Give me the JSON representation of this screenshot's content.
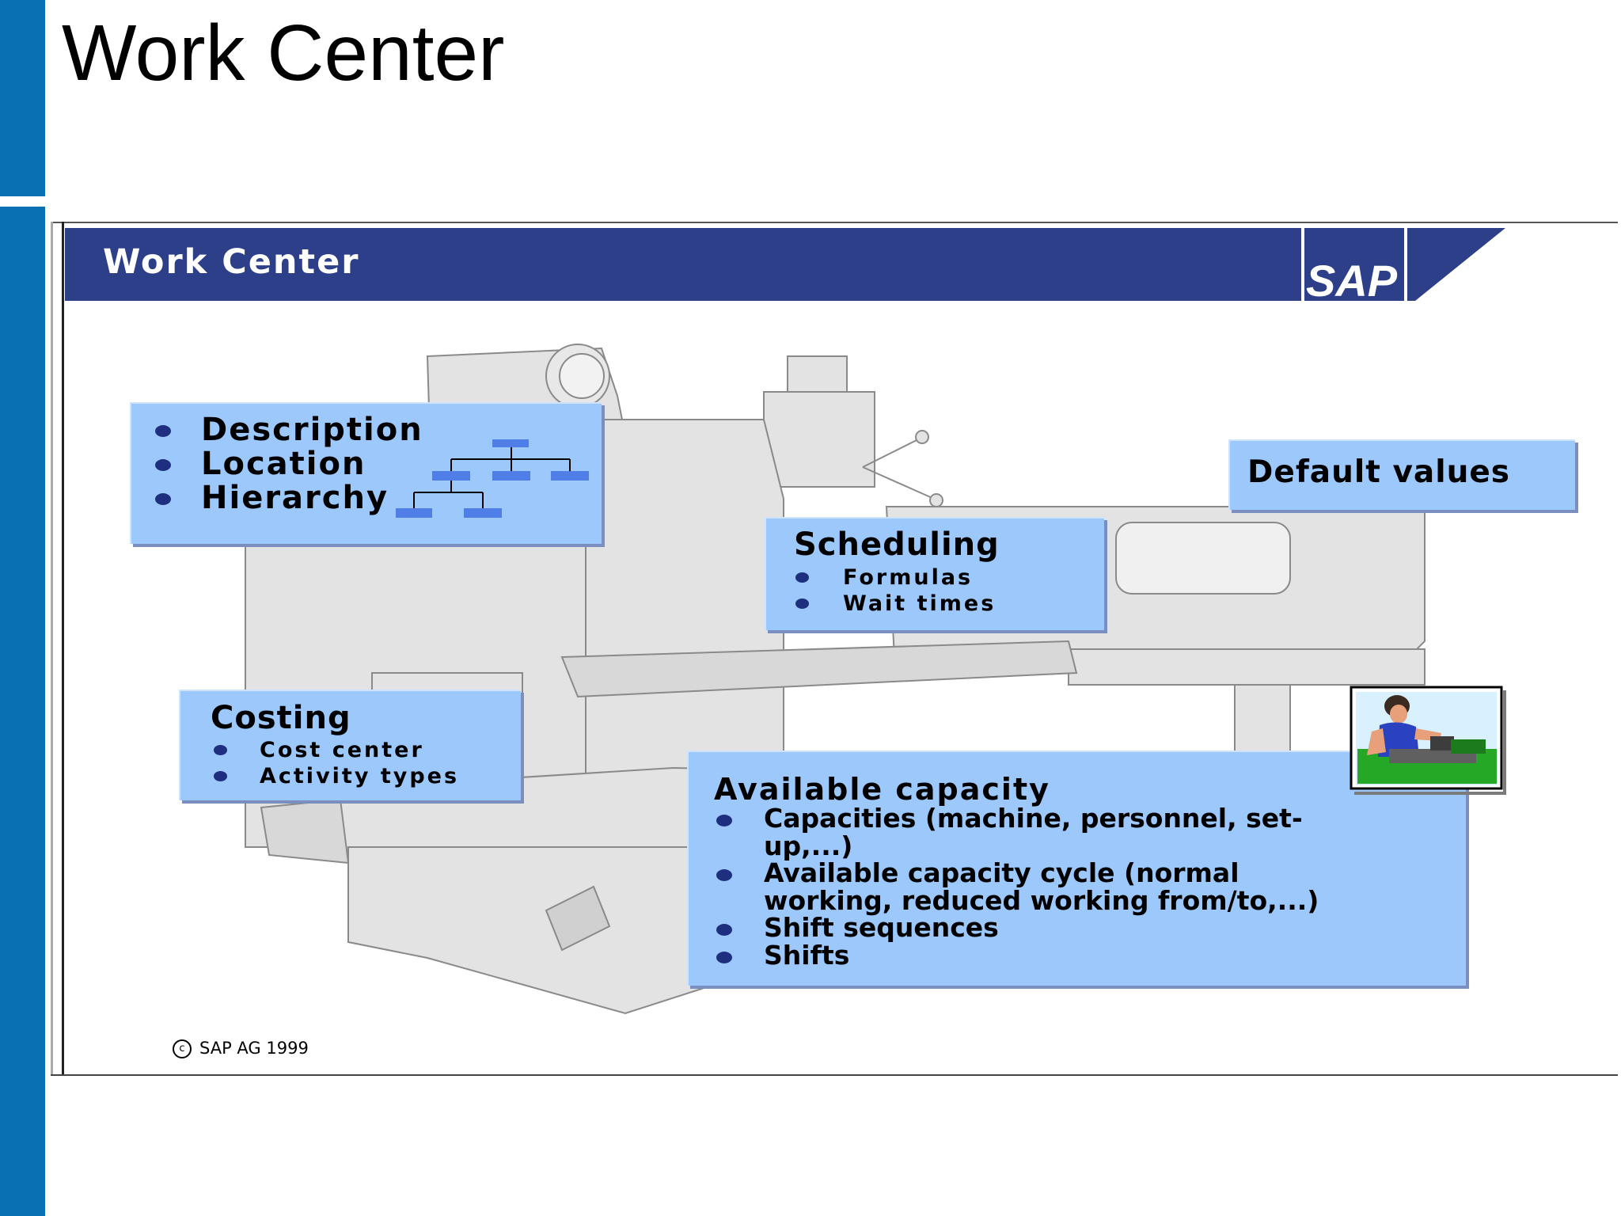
{
  "page": {
    "title": "Work Center"
  },
  "slide": {
    "header_title": "Work Center",
    "logo_text": "SAP",
    "footer": "SAP AG 1999",
    "colors": {
      "header": "#2e3f8a",
      "box": "#9cc8fc",
      "bullet": "#1f2f80",
      "sidebar": "#0a70b4"
    }
  },
  "description_box": {
    "items": [
      "Description",
      "Location",
      "Hierarchy"
    ]
  },
  "default_values_box": {
    "title": "Default values"
  },
  "scheduling_box": {
    "title": "Scheduling",
    "items": [
      "Formulas",
      "Wait times"
    ]
  },
  "costing_box": {
    "title": "Costing",
    "items": [
      "Cost center",
      "Activity types"
    ]
  },
  "capacity_box": {
    "title": "Available capacity",
    "items": [
      "Capacities (machine, personnel, set-",
      "up,...)",
      "Available capacity cycle (normal",
      "working, reduced working from/to,...)",
      "Shift sequences",
      "Shifts"
    ]
  }
}
